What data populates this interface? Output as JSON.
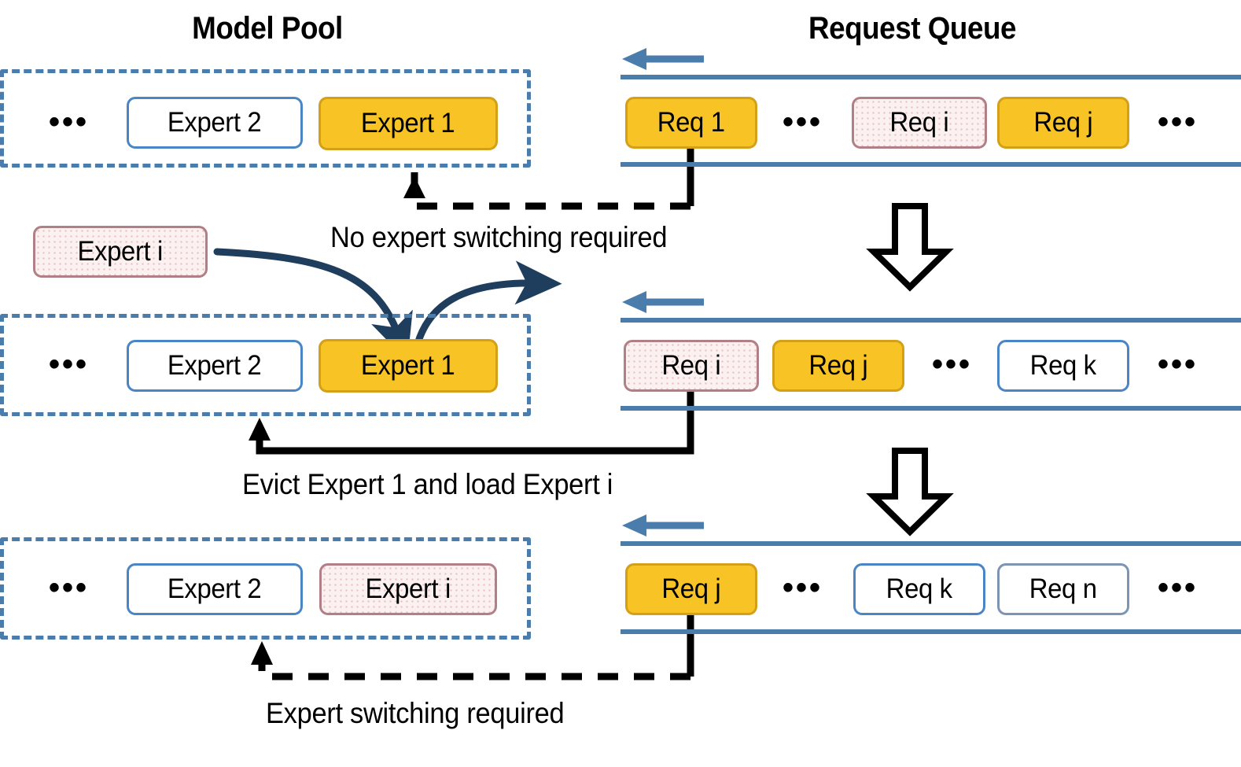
{
  "headers": {
    "model_pool": "Model Pool",
    "request_queue": "Request Queue"
  },
  "colors": {
    "gold_fill": "#F7C325",
    "gold_border": "#D4A017",
    "blue_border": "#4A86C5",
    "grey_blue_border": "#7D94B3",
    "rose_border": "#B08086",
    "rose_fill": "#FBF1F1",
    "rail_blue": "#4A7DAC",
    "dashed_container": "#4A7DAC",
    "curve_arrow": "#1F3D5C",
    "connector_black": "#000000"
  },
  "ellipsis": "•••",
  "stages": [
    {
      "id": "stage-1",
      "pool": {
        "leading_ellipsis": "•••",
        "experts": [
          {
            "label": "Expert 2",
            "style": "white"
          },
          {
            "label": "Expert 1",
            "style": "gold"
          }
        ]
      },
      "queue": {
        "direction_label": "left-arrow",
        "items": [
          {
            "label": "Req 1",
            "style": "gold"
          },
          {
            "label": "•••",
            "style": "ellipsis"
          },
          {
            "label": "Req i",
            "style": "rose"
          },
          {
            "label": "Req j",
            "style": "gold"
          },
          {
            "label": "•••",
            "style": "ellipsis"
          }
        ]
      },
      "caption": "No expert switching required",
      "connector": "dashed"
    },
    {
      "id": "stage-2",
      "pool": {
        "leading_ellipsis": "•••",
        "experts": [
          {
            "label": "Expert 2",
            "style": "white"
          },
          {
            "label": "Expert 1",
            "style": "gold"
          }
        ]
      },
      "queue": {
        "direction_label": "left-arrow",
        "items": [
          {
            "label": "Req i",
            "style": "rose"
          },
          {
            "label": "Req j",
            "style": "gold"
          },
          {
            "label": "•••",
            "style": "ellipsis"
          },
          {
            "label": "Req k",
            "style": "white"
          },
          {
            "label": "•••",
            "style": "ellipsis"
          }
        ]
      },
      "caption": "Evict Expert 1 and load Expert i",
      "connector": "solid"
    },
    {
      "id": "stage-3",
      "pool": {
        "leading_ellipsis": "•••",
        "experts": [
          {
            "label": "Expert 2",
            "style": "white"
          },
          {
            "label": "Expert i",
            "style": "rose"
          }
        ]
      },
      "queue": {
        "direction_label": "left-arrow",
        "items": [
          {
            "label": "Req j",
            "style": "gold"
          },
          {
            "label": "•••",
            "style": "ellipsis"
          },
          {
            "label": "Req k",
            "style": "white"
          },
          {
            "label": "Req n",
            "style": "white-grey"
          },
          {
            "label": "•••",
            "style": "ellipsis"
          }
        ]
      },
      "caption": "Expert switching required",
      "connector": "dashed"
    }
  ],
  "incoming_expert": {
    "label": "Expert i",
    "style": "rose"
  },
  "flow_arrows": {
    "load_in": "curved-arrow-into-pool",
    "evict_out": "curved-arrow-out-of-pool",
    "step_down_1": "down-block-arrow",
    "step_down_2": "down-block-arrow"
  }
}
